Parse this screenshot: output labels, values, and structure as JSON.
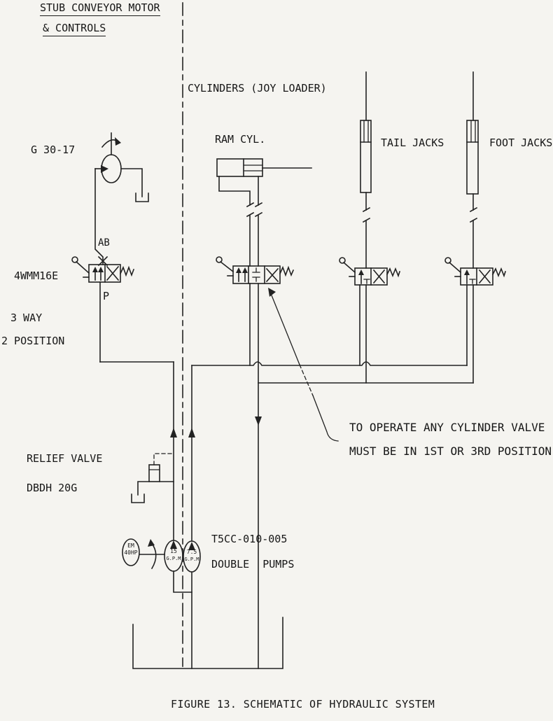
{
  "colors": {
    "ink": "#222222",
    "paper": "#f5f4f0"
  },
  "header": {
    "title_line1": "STUB CONVEYOR MOTOR",
    "title_line2": "& CONTROLS",
    "cylinders_label": "CYLINDERS",
    "cylinders_suffix": " (JOY LOADER)"
  },
  "components": {
    "motor_model": "G 30-17",
    "valve_model": "4WMM16E",
    "valve_type_line1": "3 WAY",
    "valve_type_line2": "2 POSITION",
    "port_ab": "AB",
    "port_p": "P",
    "ram_cyl_label": "RAM CYL.",
    "tail_jacks_label": "TAIL JACKS",
    "foot_jacks_label": "FOOT JACKS",
    "relief_valve_line1": "RELIEF VALVE",
    "relief_valve_line2": "DBDH 20G",
    "motor_em_line1": "EM",
    "motor_em_line2": "40HP",
    "pump1_flow": "15",
    "pump1_unit": "G.P.M",
    "pump2_flow": "7.5",
    "pump2_unit": "G.P.M",
    "pumps_model": "T5CC-010-005",
    "pumps_name": "DOUBLE PUMPS"
  },
  "note": {
    "line1": "TO OPERATE ANY CYLINDER VALVE",
    "line2": "MUST BE IN 1ST OR 3RD POSITION"
  },
  "caption": "FIGURE 13. SCHEMATIC OF HYDRAULIC SYSTEM"
}
